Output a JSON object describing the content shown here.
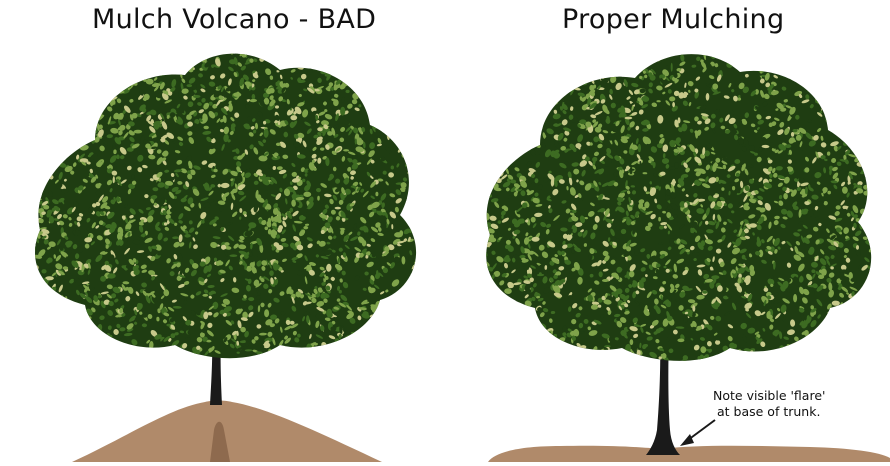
{
  "panels": {
    "left": {
      "title": "Mulch Volcano - BAD"
    },
    "right": {
      "title": "Proper Mulching",
      "annotation": {
        "line1": "Note visible 'flare'",
        "line2": "at base of trunk."
      }
    }
  },
  "colors": {
    "mulch": "#b08a6a",
    "mulch_shadow": "#8e6a4e",
    "trunk": "#1a1a1a",
    "leaf_dark": "#1f3d12",
    "leaf_mid": "#3d6b22",
    "leaf_light": "#7fa34a",
    "leaf_highlight": "#c7c98a",
    "background": "#ffffff"
  }
}
